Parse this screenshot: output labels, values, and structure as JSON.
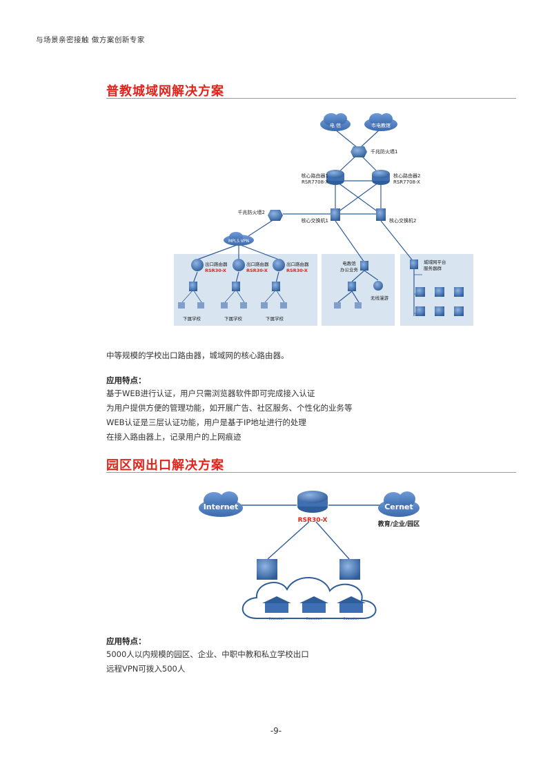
{
  "header": {
    "tagline": "与场景亲密接触  做方案创新专家"
  },
  "section1": {
    "title": "普教城域网解决方案",
    "diagram": {
      "cloud_telecom": "电 信",
      "cloud_education": "市电教馆",
      "firewall1": "千兆防火墙1",
      "firewall2": "千兆防火墙2",
      "core_router1_line1": "核心路由器1",
      "core_router1_line2": "RSR7708-X",
      "core_router2_line1": "核心路由器2",
      "core_router2_line2": "RSR7708-X",
      "core_switch1": "核心交换机1",
      "core_switch2": "核心交换机2",
      "mpls": "MPLS VPN",
      "exit_router": "出口路由器",
      "exit_model": "RSR30-X",
      "school": "下属学校",
      "office_line1": "电教馆",
      "office_line2": "办公业务",
      "wireless": "无线漫游",
      "platform_line1": "城域网平台",
      "platform_line2": "服务器群"
    },
    "description": "中等规模的学校出口路由器，城域网的核心路由器。",
    "features_label": "应用特点：",
    "features": [
      "基于WEB进行认证，用户只需浏览器软件即可完成接入认证",
      "为用户提供方便的管理功能，如开展广告、社区服务、个性化的业务等",
      "WEB认证是三层认证功能，用户是基于IP地址进行的处理",
      "在接入路由器上，记录用户的上网痕迹"
    ]
  },
  "section2": {
    "title": "园区网出口解决方案",
    "diagram": {
      "internet": "Internet",
      "cernet": "Cernet",
      "router_model": "RSR30-X",
      "cernet_caption": "教育/企业/园区",
      "building_label": "Education"
    },
    "features_label": "应用特点：",
    "features": [
      "5000人以内规模的园区、企业、中职中教和私立学校出口",
      "远程VPN可拨入500人"
    ]
  },
  "footer": {
    "page_number": "-9-"
  },
  "colors": {
    "accent": "#e2231a",
    "cloud": "#4f7fbf",
    "device": "#3f6fb3",
    "panel": "#d9e4f1",
    "link": "#2f5d9a"
  }
}
